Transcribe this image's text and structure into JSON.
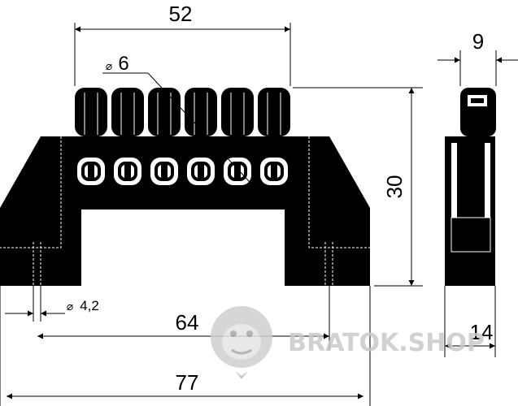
{
  "dimensions": {
    "top_width": "52",
    "hole_diameter": "6",
    "hole_symbol": "⌀",
    "side_width": "9",
    "height": "30",
    "mount_hole": "4,2",
    "mount_symbol": "⌀",
    "mount_spacing": "64",
    "total_length": "77",
    "side_depth": "14"
  },
  "watermark": {
    "text": "BRATOK.SHOP",
    "icon": "gorilla-icon"
  },
  "colors": {
    "body": "#000000",
    "line": "#000000",
    "watermark": "#c9c9c9"
  }
}
